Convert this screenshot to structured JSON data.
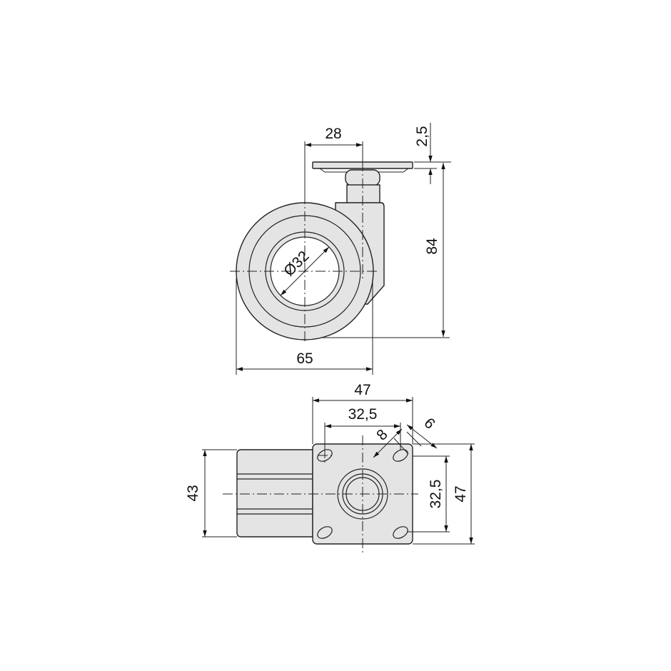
{
  "drawing": {
    "side_view": {
      "dim_offset_width": "28",
      "dim_plate_thickness": "2,5",
      "dim_total_height": "84",
      "dim_wheel_diameter": "65",
      "dim_hub_diameter": "Ø32"
    },
    "bottom_view": {
      "dim_plate_width": "47",
      "dim_hole_spacing_x": "32,5",
      "dim_slot_length": "8",
      "dim_slot_width": "6",
      "dim_wheel_width": "43",
      "dim_hole_spacing_y": "32,5",
      "dim_plate_height": "47"
    },
    "colors": {
      "part_fill": "#e4e4e4",
      "line": "#222222"
    }
  }
}
